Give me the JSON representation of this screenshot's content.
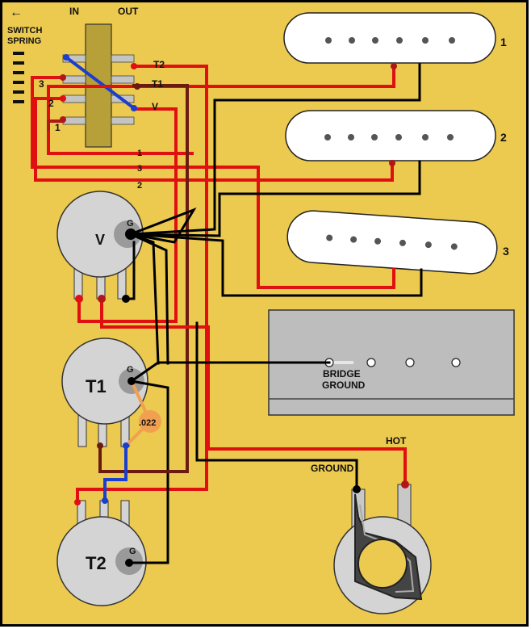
{
  "labels": {
    "arrow": "←",
    "switch_spring_line1": "SWITCH",
    "switch_spring_line2": "SPRING",
    "in": "IN",
    "out": "OUT",
    "t2_lug": "T2",
    "t1_lug": "T1",
    "v_lug": "V",
    "lug_3": "3",
    "lug_2": "2",
    "lug_1": "1",
    "wire_1": "1",
    "wire_3": "3",
    "wire_2": "2",
    "pickup_1": "1",
    "pickup_2": "2",
    "pickup_3": "3",
    "pot_v": "V",
    "pot_t1": "T1",
    "pot_t2": "T2",
    "ground_g": "G",
    "cap_value": ".022",
    "bridge_line1": "BRIDGE",
    "bridge_line2": "GROUND",
    "hot": "HOT",
    "ground": "GROUND"
  },
  "colors": {
    "background": "#ecc94f",
    "border": "#000000",
    "red": "#e01010",
    "dark_red": "#b01818",
    "brown": "#6b1a10",
    "black": "#000000",
    "blue": "#1a3fd0",
    "switch_body": "#b8a038",
    "pot_body": "#d4d4d4",
    "bridge_plate": "#bdbdbd",
    "capacitor": "#f0a050",
    "pickup": "#ffffff"
  }
}
